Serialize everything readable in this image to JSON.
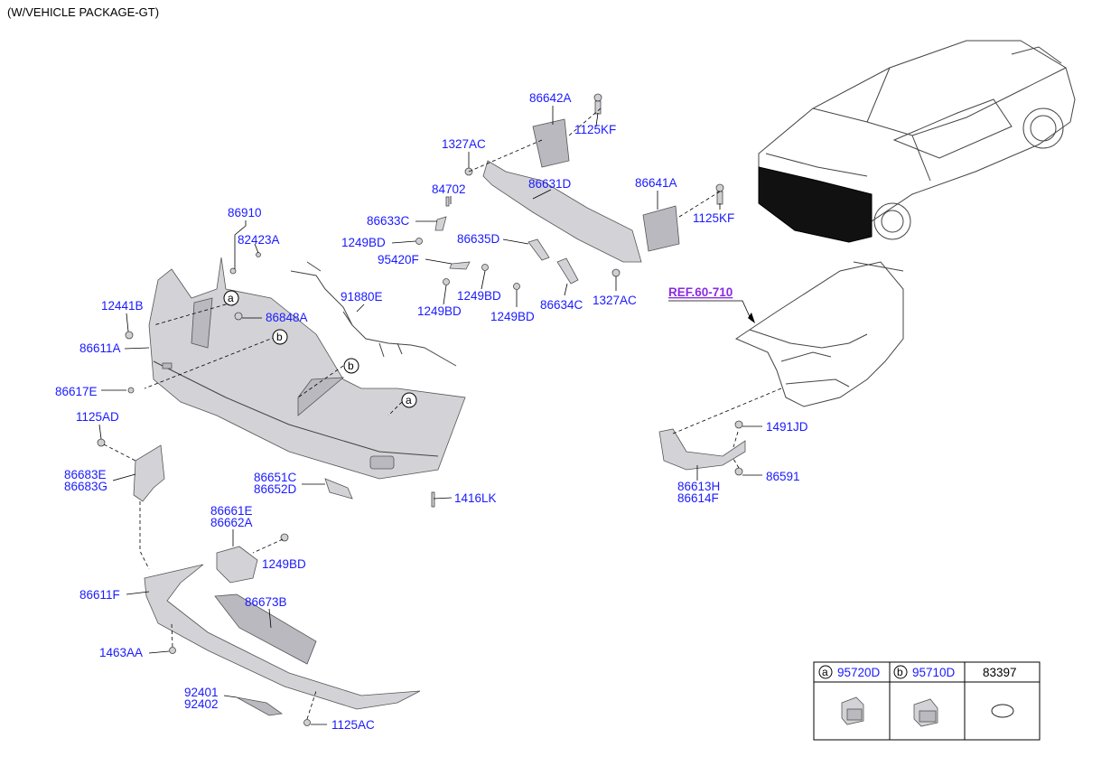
{
  "header": {
    "variant_label": "(W/VEHICLE PACKAGE-GT)"
  },
  "reference": {
    "label": "REF.60-710",
    "color": "#8a2be2"
  },
  "label_color": "#1a1aff",
  "part_labels": {
    "p86642A": "86642A",
    "p1125KF_top": "1125KF",
    "p1327AC_top": "1327AC",
    "p84702": "84702",
    "p86631D": "86631D",
    "p86641A": "86641A",
    "p1125KF_right": "1125KF",
    "p86910": "86910",
    "p82423A": "82423A",
    "p86633C": "86633C",
    "p1249BD_a": "1249BD",
    "p86635D": "86635D",
    "p95420F": "95420F",
    "p91880E": "91880E",
    "p1249BD_b": "1249BD",
    "p1249BD_c": "1249BD",
    "p1249BD_d": "1249BD",
    "p86634C": "86634C",
    "p1327AC_bot": "1327AC",
    "p12441B": "12441B",
    "p86848A": "86848A",
    "p86611A": "86611A",
    "p86617E": "86617E",
    "p1125AD": "1125AD",
    "p86683E": "86683E",
    "p86683G": "86683G",
    "p86651C": "86651C",
    "p86652D": "86652D",
    "p1416LK": "1416LK",
    "p86661E": "86661E",
    "p86662A": "86662A",
    "p1249BD_e": "1249BD",
    "p86611F": "86611F",
    "p86673B": "86673B",
    "p1463AA": "1463AA",
    "p92401": "92401",
    "p92402": "92402",
    "p1125AC": "1125AC",
    "p1491JD": "1491JD",
    "p86591": "86591",
    "p86613H": "86613H",
    "p86614F": "86614F"
  },
  "callouts": {
    "a": "a",
    "b": "b"
  },
  "legend": {
    "cells": [
      {
        "letter": "a",
        "part": "95720D"
      },
      {
        "letter": "b",
        "part": "95710D"
      },
      {
        "letter": "",
        "part": "83397"
      }
    ]
  }
}
